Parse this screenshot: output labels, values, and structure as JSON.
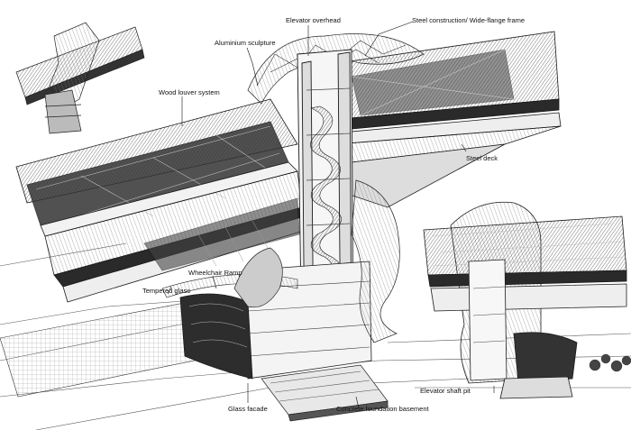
{
  "labels": {
    "elevator_overhead": "Elevator overhead",
    "steel_construction": "Steel construction/ Wide-flange frame",
    "aluminium_sculpture": "Aluminium sculpture",
    "wood_louver": "Wood louver system",
    "steel_deck": "Steel deck",
    "wheelchair_ramp": "Wheelchair Ramp",
    "tempered_glass": "Tempered glass",
    "glass_facade": "Glass facade",
    "concrete_foundation": "Concrete foundation basement",
    "elevator_shaft_pit": "Elevator shaft pit"
  },
  "colors": {
    "ink": "#1a1a1a",
    "hatch": "#555555",
    "dark": "#2b2b2b",
    "paper": "#ffffff"
  }
}
